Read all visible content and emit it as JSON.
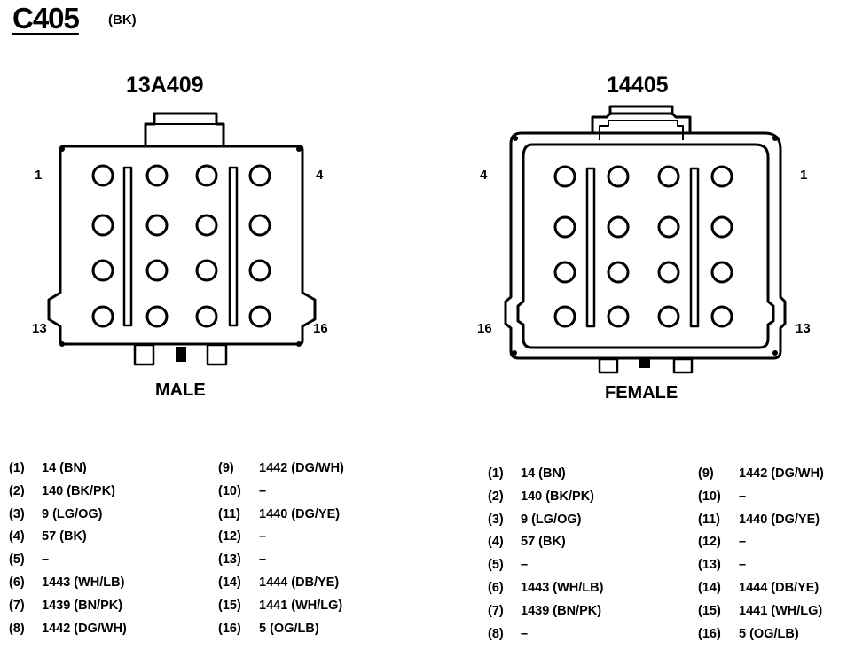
{
  "header": {
    "title": "C405",
    "subtitle": "(BK)"
  },
  "connectors": [
    {
      "part_number": "13A409",
      "gender": "MALE",
      "corner_labels": {
        "top_left": "1",
        "top_right": "4",
        "bottom_left": "13",
        "bottom_right": "16"
      },
      "pins": [
        {
          "num": "(1)",
          "desc": "14 (BN)"
        },
        {
          "num": "(2)",
          "desc": "140 (BK/PK)"
        },
        {
          "num": "(3)",
          "desc": "9 (LG/OG)"
        },
        {
          "num": "(4)",
          "desc": "57 (BK)"
        },
        {
          "num": "(5)",
          "desc": "–"
        },
        {
          "num": "(6)",
          "desc": "1443 (WH/LB)"
        },
        {
          "num": "(7)",
          "desc": "1439 (BN/PK)"
        },
        {
          "num": "(8)",
          "desc": "1442 (DG/WH)"
        },
        {
          "num": "(9)",
          "desc": "1442 (DG/WH)"
        },
        {
          "num": "(10)",
          "desc": "–"
        },
        {
          "num": "(11)",
          "desc": "1440 (DG/YE)"
        },
        {
          "num": "(12)",
          "desc": "–"
        },
        {
          "num": "(13)",
          "desc": "–"
        },
        {
          "num": "(14)",
          "desc": "1444 (DB/YE)"
        },
        {
          "num": "(15)",
          "desc": "1441 (WH/LG)"
        },
        {
          "num": "(16)",
          "desc": "5 (OG/LB)"
        }
      ]
    },
    {
      "part_number": "14405",
      "gender": "FEMALE",
      "corner_labels": {
        "top_left": "4",
        "top_right": "1",
        "bottom_left": "16",
        "bottom_right": "13"
      },
      "pins": [
        {
          "num": "(1)",
          "desc": "14 (BN)"
        },
        {
          "num": "(2)",
          "desc": "140 (BK/PK)"
        },
        {
          "num": "(3)",
          "desc": "9 (LG/OG)"
        },
        {
          "num": "(4)",
          "desc": "57 (BK)"
        },
        {
          "num": "(5)",
          "desc": "–"
        },
        {
          "num": "(6)",
          "desc": "1443 (WH/LB)"
        },
        {
          "num": "(7)",
          "desc": "1439 (BN/PK)"
        },
        {
          "num": "(8)",
          "desc": "–"
        },
        {
          "num": "(9)",
          "desc": "1442 (DG/WH)"
        },
        {
          "num": "(10)",
          "desc": "–"
        },
        {
          "num": "(11)",
          "desc": "1440 (DG/YE)"
        },
        {
          "num": "(12)",
          "desc": "–"
        },
        {
          "num": "(13)",
          "desc": "–"
        },
        {
          "num": "(14)",
          "desc": "1444 (DB/YE)"
        },
        {
          "num": "(15)",
          "desc": "1441 (WH/LG)"
        },
        {
          "num": "(16)",
          "desc": "5 (OG/LB)"
        }
      ]
    }
  ]
}
